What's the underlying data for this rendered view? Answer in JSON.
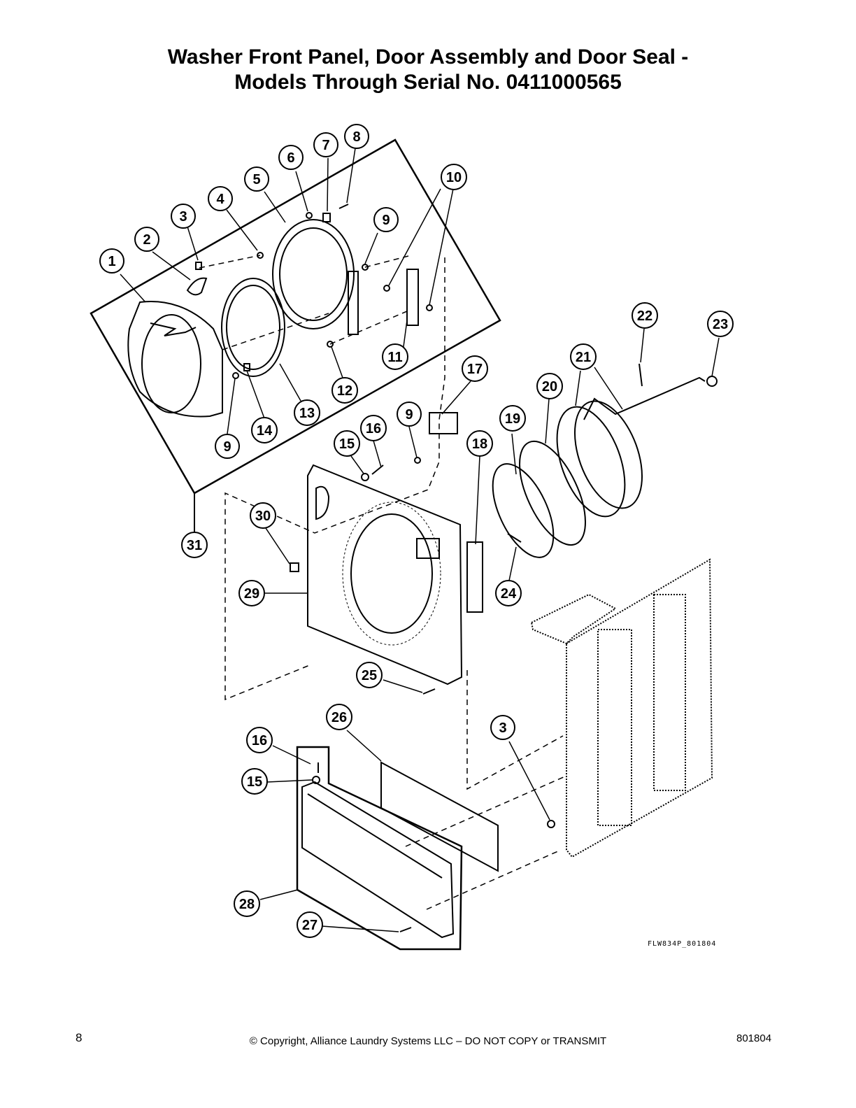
{
  "title_line1": "Washer Front Panel, Door Assembly and Door Seal -",
  "title_line2": "Models Through Serial No. 0411000565",
  "figure_code": "FLW834P_801804",
  "footer": {
    "page_number": "8",
    "copyright": "© Copyright, Alliance Laundry Systems LLC – DO NOT COPY or TRANSMIT",
    "doc_number": "801804"
  },
  "callouts": [
    "1",
    "2",
    "3",
    "4",
    "5",
    "6",
    "7",
    "8",
    "9",
    "10",
    "11",
    "12",
    "13",
    "14",
    "9",
    "15",
    "16",
    "9",
    "17",
    "18",
    "19",
    "20",
    "21",
    "22",
    "23",
    "24",
    "25",
    "26",
    "16",
    "15",
    "3",
    "28",
    "27",
    "29",
    "30",
    "31"
  ]
}
